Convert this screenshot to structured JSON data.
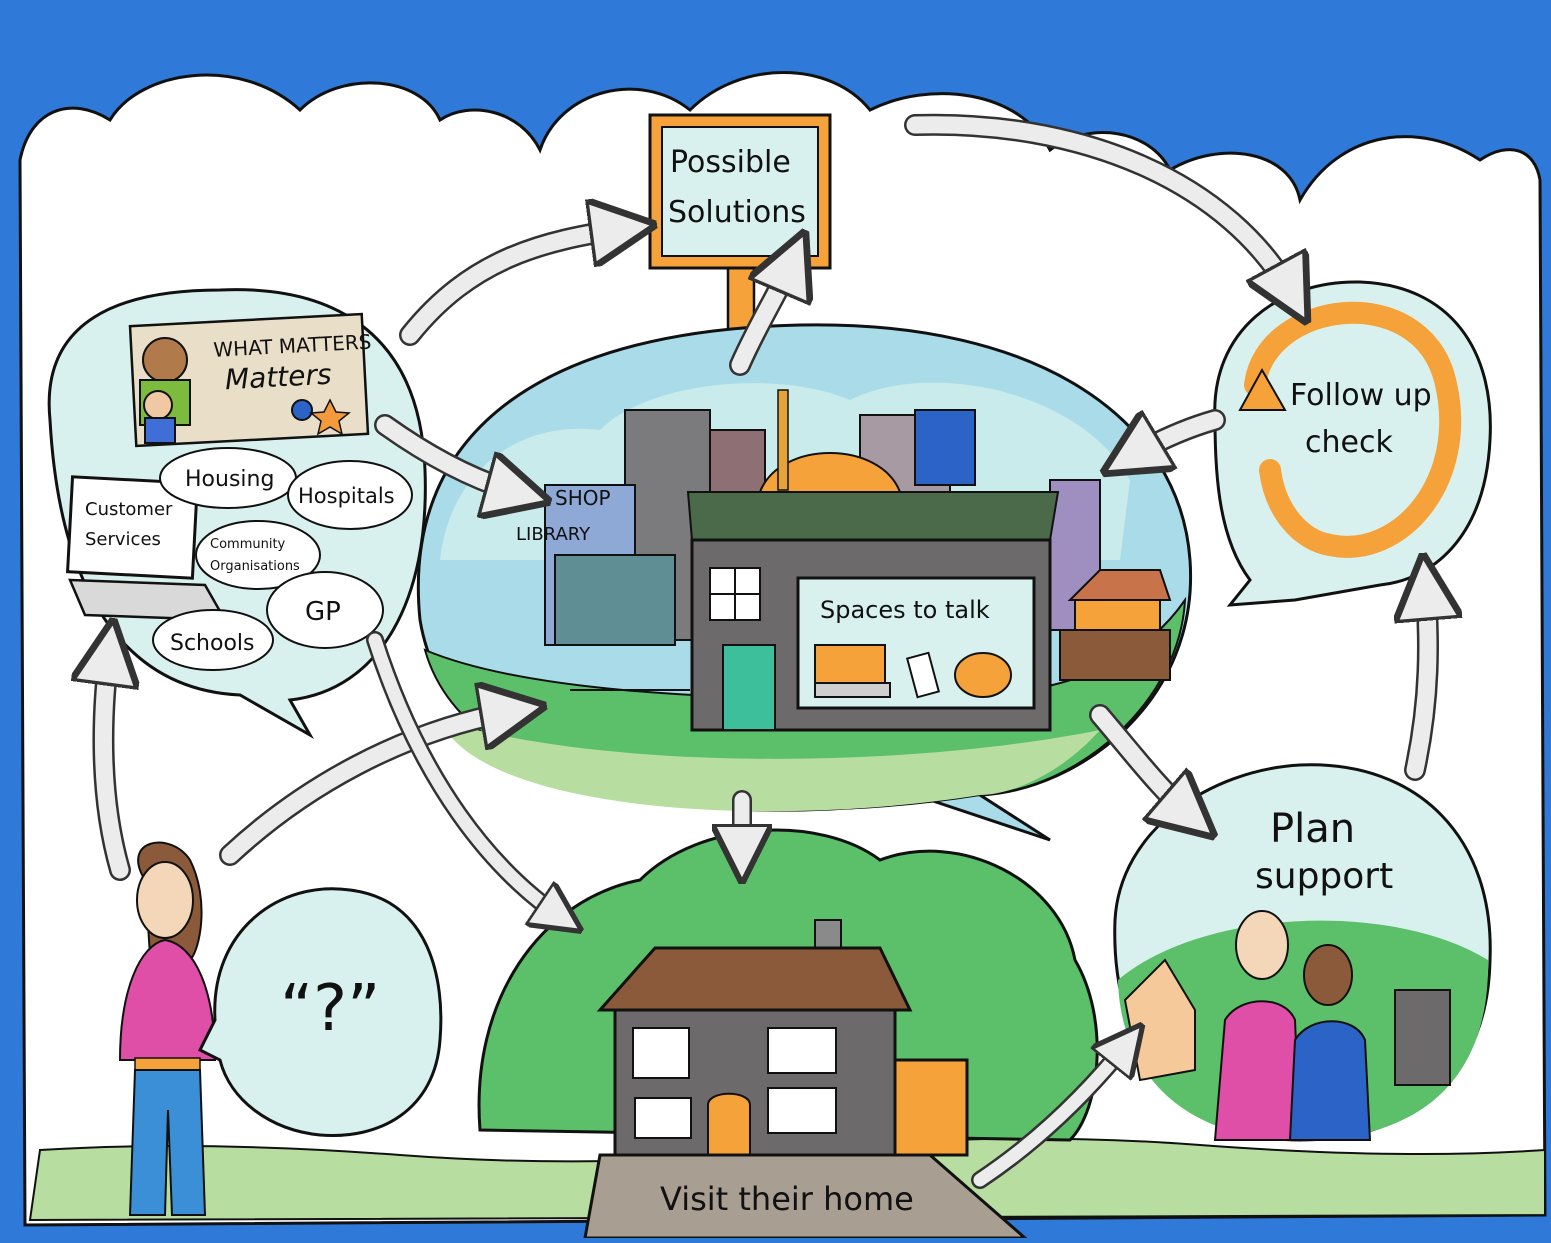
{
  "nodes": {
    "possible_solutions": [
      "Possible",
      "Solutions"
    ],
    "follow_up": [
      "Follow up",
      "check"
    ],
    "plan_support": [
      "Plan",
      "support"
    ],
    "visit_home": "Visit their home",
    "spaces_to_talk": "Spaces to talk",
    "question": "“?”"
  },
  "services": {
    "poster": [
      "WHAT MATTERS",
      "Matters"
    ],
    "customer_services": [
      "Customer",
      "Services"
    ],
    "housing": "Housing",
    "hospitals": "Hospitals",
    "community": [
      "Community",
      "Organisations"
    ],
    "gp": "GP",
    "schools": "Schools"
  },
  "town_signs": {
    "shop": "SHOP",
    "library": "LIBRARY"
  },
  "colors": {
    "sky": "#2f7ad8",
    "cloud": "#ffffff",
    "bubble": "#d9f1ee",
    "grass": "#5cc06a",
    "orange": "#f6a23a",
    "building_grey": "#6d6a6c",
    "pink": "#e04fa7",
    "jeans": "#3a8fd6"
  }
}
